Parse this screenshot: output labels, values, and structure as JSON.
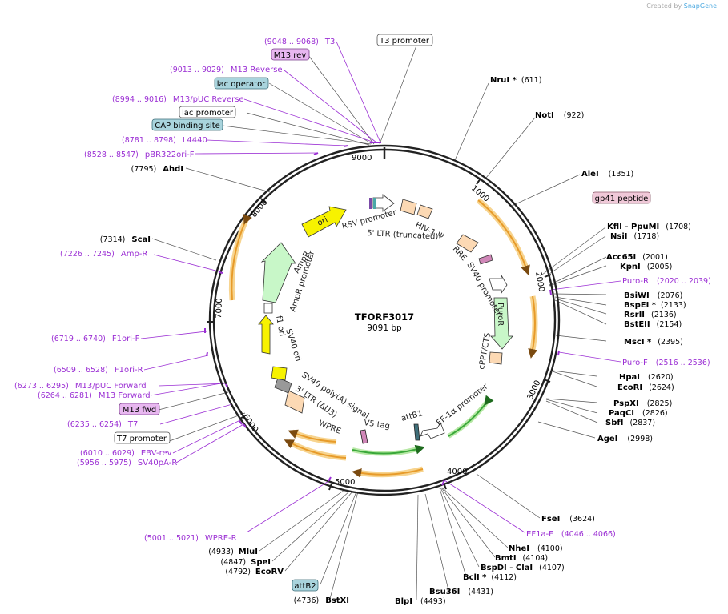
{
  "credit": {
    "text": "Created by",
    "brand": "SnapGene"
  },
  "plasmid": {
    "name": "TFORF3017",
    "length": "9091 bp"
  },
  "ticks": [
    "1000",
    "2000",
    "3000",
    "4000",
    "5000",
    "6000",
    "7000",
    "8000",
    "9000"
  ],
  "enzymes_right": [
    {
      "name": "NruI *",
      "pos": "(611)"
    },
    {
      "name": "NotI",
      "pos": "(922)"
    },
    {
      "name": "AleI",
      "pos": "(1351)"
    },
    {
      "name": "KflI - PpuMI",
      "pos": "(1708)"
    },
    {
      "name": "NsiI",
      "pos": "(1718)"
    },
    {
      "name": "Acc65I",
      "pos": "(2001)"
    },
    {
      "name": "KpnI",
      "pos": "(2005)"
    },
    {
      "name": "BsiWI",
      "pos": "(2076)"
    },
    {
      "name": "BspEI *",
      "pos": "(2133)"
    },
    {
      "name": "RsrII",
      "pos": "(2136)"
    },
    {
      "name": "BstEII",
      "pos": "(2154)"
    },
    {
      "name": "MscI *",
      "pos": "(2395)"
    },
    {
      "name": "HpaI",
      "pos": "(2620)"
    },
    {
      "name": "EcoRI",
      "pos": "(2624)"
    },
    {
      "name": "PspXI",
      "pos": "(2825)"
    },
    {
      "name": "PaqCI",
      "pos": "(2826)"
    },
    {
      "name": "SbfI",
      "pos": "(2837)"
    },
    {
      "name": "AgeI",
      "pos": "(2998)"
    },
    {
      "name": "FseI",
      "pos": "(3624)"
    },
    {
      "name": "NheI",
      "pos": "(4100)"
    },
    {
      "name": "BmtI",
      "pos": "(4104)"
    },
    {
      "name": "BspDI - ClaI",
      "pos": "(4107)"
    },
    {
      "name": "BclI *",
      "pos": "(4112)"
    },
    {
      "name": "Bsu36I",
      "pos": "(4431)"
    },
    {
      "name": "BlpI",
      "pos": "(4493)"
    }
  ],
  "enzymes_left": [
    {
      "name": "AhdI",
      "pos": "(7795)"
    },
    {
      "name": "ScaI",
      "pos": "(7314)"
    },
    {
      "name": "MluI",
      "pos": "(4933)"
    },
    {
      "name": "SpeI",
      "pos": "(4847)"
    },
    {
      "name": "EcoRV",
      "pos": "(4792)"
    },
    {
      "name": "BstXI",
      "pos": "(4736)"
    }
  ],
  "primers": [
    {
      "name": "T3",
      "pos": "(9048 .. 9068)"
    },
    {
      "name": "M13 Reverse",
      "pos": "(9013 .. 9029)"
    },
    {
      "name": "M13/pUC Reverse",
      "pos": "(8994 .. 9016)"
    },
    {
      "name": "L4440",
      "pos": "(8781 .. 8798)"
    },
    {
      "name": "pBR322ori-F",
      "pos": "(8528 .. 8547)"
    },
    {
      "name": "Amp-R",
      "pos": "(7226 .. 7245)"
    },
    {
      "name": "F1ori-F",
      "pos": "(6719 .. 6740)"
    },
    {
      "name": "F1ori-R",
      "pos": "(6509 .. 6528)"
    },
    {
      "name": "M13/pUC Forward",
      "pos": "(6273 .. 6295)"
    },
    {
      "name": "M13 Forward",
      "pos": "(6264 .. 6281)"
    },
    {
      "name": "T7",
      "pos": "(6235 .. 6254)"
    },
    {
      "name": "EBV-rev",
      "pos": "(6010 .. 6029)"
    },
    {
      "name": "SV40pA-R",
      "pos": "(5956 .. 5975)"
    },
    {
      "name": "WPRE-R",
      "pos": "(5001 .. 5021)"
    },
    {
      "name": "Puro-R",
      "pos": "(2020 .. 2039)"
    },
    {
      "name": "Puro-F",
      "pos": "(2516 .. 2536)"
    },
    {
      "name": "EF1a-F",
      "pos": "(4046 .. 4066)"
    }
  ],
  "boxed_features": [
    {
      "name": "T3 promoter",
      "fill": "#ffffff",
      "border": "#555555"
    },
    {
      "name": "M13 rev",
      "fill": "#e8b7f0",
      "border": "#7a3f8a"
    },
    {
      "name": "lac operator",
      "fill": "#a9d4dd",
      "border": "#3f6f7a"
    },
    {
      "name": "lac promoter",
      "fill": "#ffffff",
      "border": "#555555"
    },
    {
      "name": "CAP binding site",
      "fill": "#a9d4dd",
      "border": "#3f6f7a"
    },
    {
      "name": "gp41 peptide",
      "fill": "#f0c8d8",
      "border": "#8a5a6a"
    },
    {
      "name": "M13 fwd",
      "fill": "#e8b7f0",
      "border": "#7a3f8a"
    },
    {
      "name": "T7 promoter",
      "fill": "#ffffff",
      "border": "#555555"
    },
    {
      "name": "attB2",
      "fill": "#a9d4dd",
      "border": "#3f6f7a"
    }
  ],
  "inner_labels": [
    "RSV promoter",
    "5' LTR (truncated)",
    "HIV-1 Ψ",
    "RRE",
    "SV40 promoter",
    "PuroR",
    "cPPT/CTS",
    "EF-1α promoter",
    "attB1",
    "V5 tag",
    "WPRE",
    "3' LTR (ΔU3)",
    "SV40 poly(A) signal",
    "SV40 ori",
    "f1 ori",
    "AmpR promoter",
    "AmpR",
    "ori"
  ],
  "colors": {
    "primer": "#9b2fd4",
    "orf_orange": "#e79b2a",
    "orf_glow": "#f7d48f",
    "green": "#3aa83a",
    "ampr_fill": "#c8f7c8",
    "ori_fill": "#f7f200",
    "f1_fill": "#f7f200",
    "feature_tan": "#fcd9b4"
  }
}
